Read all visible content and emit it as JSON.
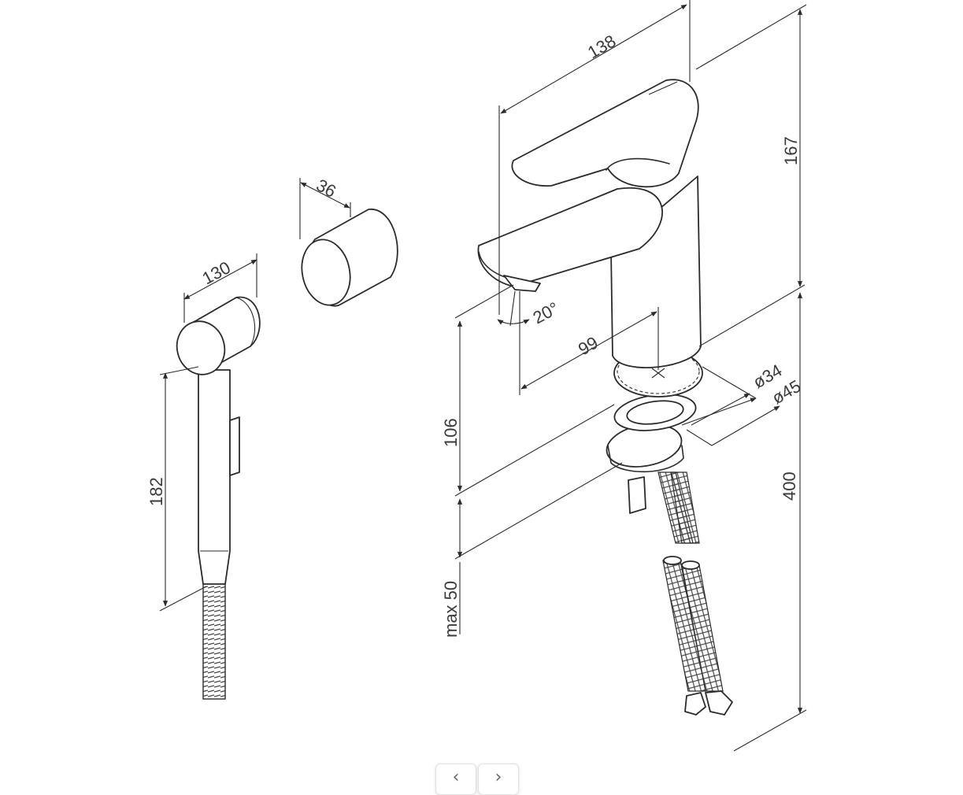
{
  "dimensions": {
    "hand_shower_head_width": "130",
    "hand_shower_height": "182",
    "holder_width": "36",
    "spout_length": "138",
    "height_top": "167",
    "spout_height": "106",
    "reach": "99",
    "angle": "20°",
    "base_diameter_inner": "ø34",
    "base_diameter_outer": "ø45",
    "hose_length": "400",
    "max_thickness": "max 50"
  },
  "navigation": {
    "prev_glyph": "‹",
    "next_glyph": "›"
  }
}
